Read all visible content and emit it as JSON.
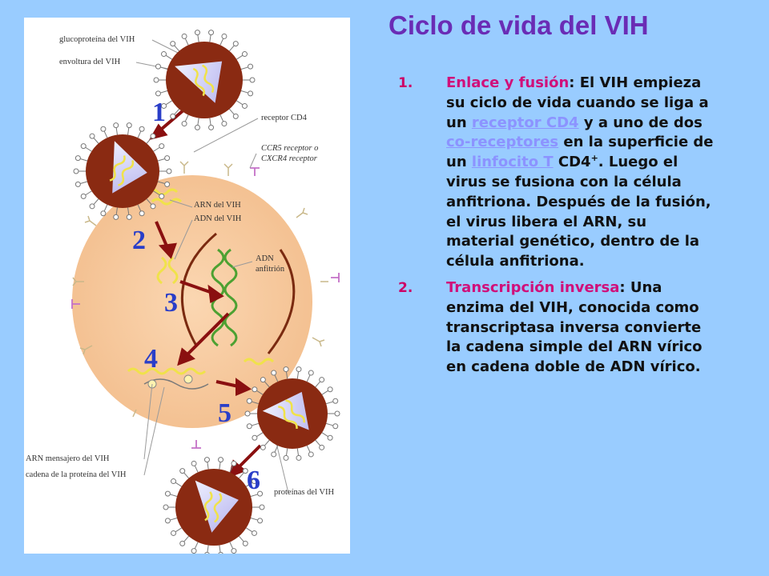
{
  "title": "Ciclo de vida del VIH",
  "figure": {
    "labels": {
      "glycoprotein": "glucoproteína del VIH",
      "envelope": "envoltura del VIH",
      "cd4_receptor": "receptor CD4",
      "ccr5_line1": "CCR5 receptor o",
      "ccr5_line2": "CXCR4 receptor",
      "rna": "ARN del VIH",
      "dna": "ADN del VIH",
      "host_dna_line1": "ADN",
      "host_dna_line2": "anfitrión",
      "mrna": "ARN mensajero del VIH",
      "protein_chain": "cadena de la proteína del VIH",
      "proteins": "proteínas del VIH"
    },
    "step_numbers": [
      "1",
      "2",
      "3",
      "4",
      "5",
      "6"
    ]
  },
  "steps": [
    {
      "number": "1.",
      "heading": "Enlace y fusión",
      "sep": ": ",
      "t1": "El VIH empieza su ciclo de vida cuando se liga a un ",
      "link1": "receptor CD4",
      "t2": " y a uno de dos ",
      "link2": "co-receptores",
      "t3": " en la superficie de un ",
      "link3": "linfocito T",
      "t4": " CD4",
      "sup": "+",
      "t5": ". Luego el virus se fusiona con la célula anfitriona. Después de la fusión, el virus libera el ARN, su material genético, dentro de la célula anfitriona."
    },
    {
      "number": "2.",
      "heading": "Transcripción inversa",
      "sep": ": ",
      "t1": "Una enzima del VIH, conocida como transcriptasa inversa convierte la cadena simple del ARN vírico en cadena doble de ADN vírico."
    }
  ],
  "colors": {
    "background": "#99ccff",
    "title": "#6a2cb5",
    "heading": "#d0107a",
    "link": "#8c93ff",
    "cell": "#f6c79a",
    "virus": "#8a2a12",
    "step_number": "#2a3ec8"
  }
}
